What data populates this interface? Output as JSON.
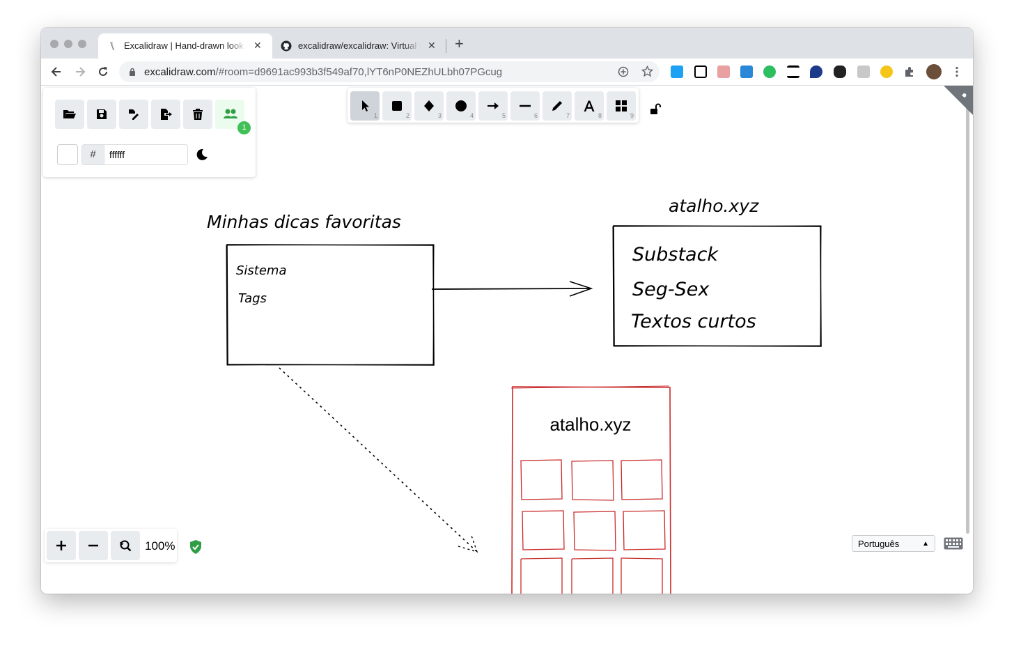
{
  "browser": {
    "tabs": [
      {
        "title": "Excalidraw | Hand-drawn look & feel",
        "close": "✕"
      },
      {
        "title": "excalidraw/excalidraw: Virtual whiteboard",
        "close": "✕"
      }
    ],
    "new_tab": "+",
    "url_host": "excalidraw.com",
    "url_rest": "/#room=d9691ac993b3f549af70,lYT6nP0NEZhULbh07PGcug"
  },
  "menu": {
    "collaborator_count": "1",
    "color_hash": "#",
    "background_color": "ffffff"
  },
  "toolbar": {
    "tools": [
      {
        "name": "selection",
        "shortcut": "1"
      },
      {
        "name": "rectangle",
        "shortcut": "2"
      },
      {
        "name": "diamond",
        "shortcut": "3"
      },
      {
        "name": "ellipse",
        "shortcut": "4"
      },
      {
        "name": "arrow",
        "shortcut": "5"
      },
      {
        "name": "line",
        "shortcut": "6"
      },
      {
        "name": "draw",
        "shortcut": "7"
      },
      {
        "name": "text",
        "shortcut": "8"
      },
      {
        "name": "library",
        "shortcut": "9"
      }
    ]
  },
  "canvas": {
    "title_left": "Minhas dicas favoritas",
    "box_left_items": [
      "Sistema",
      "Tags"
    ],
    "title_right": "atalho.xyz",
    "box_right_items": [
      "Substack",
      "Seg-Sex",
      "Textos curtos"
    ],
    "phone_title": "atalho.xyz",
    "colors": {
      "ink": "#000000",
      "phone": "#c92a2a"
    }
  },
  "footer": {
    "zoom": "100%",
    "language": "Português"
  },
  "icons": [
    "folder-open-icon",
    "save-icon",
    "export-edit-icon",
    "export-icon",
    "trash-icon",
    "users-icon",
    "moon-icon",
    "lock-icon",
    "shield-icon",
    "keyboard-icon",
    "github-icon"
  ]
}
